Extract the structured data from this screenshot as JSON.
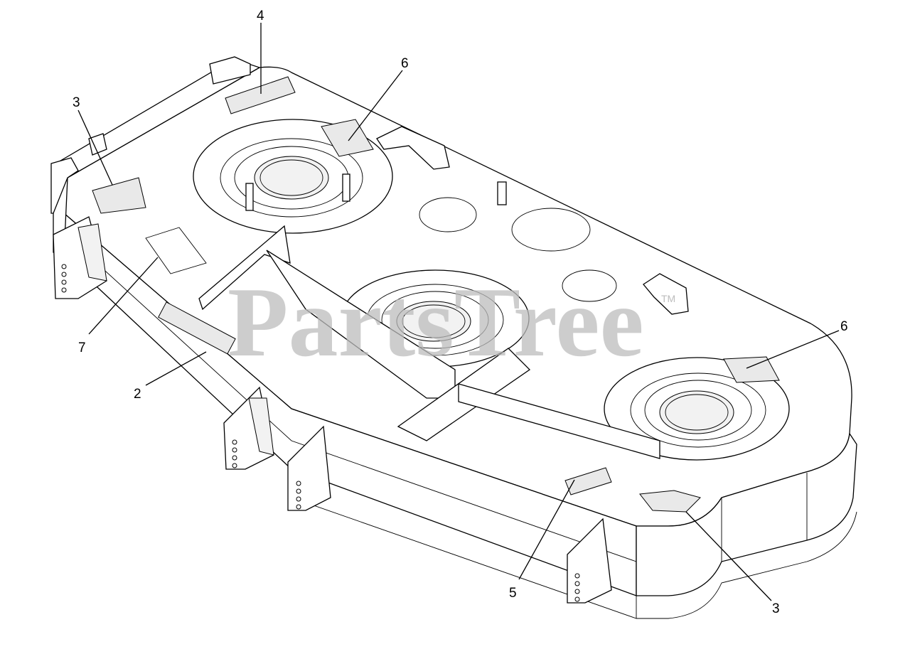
{
  "watermark": {
    "text": "PartsTree",
    "trademark": "TM"
  },
  "callouts": [
    {
      "id": "c4",
      "label": "4"
    },
    {
      "id": "c6a",
      "label": "6"
    },
    {
      "id": "c3a",
      "label": "3"
    },
    {
      "id": "c7",
      "label": "7"
    },
    {
      "id": "c2",
      "label": "2"
    },
    {
      "id": "c6b",
      "label": "6"
    },
    {
      "id": "c5",
      "label": "5"
    },
    {
      "id": "c3b",
      "label": "3"
    }
  ],
  "colors": {
    "line": "#000000",
    "watermark": "#bdbdbd",
    "background": "#ffffff"
  }
}
